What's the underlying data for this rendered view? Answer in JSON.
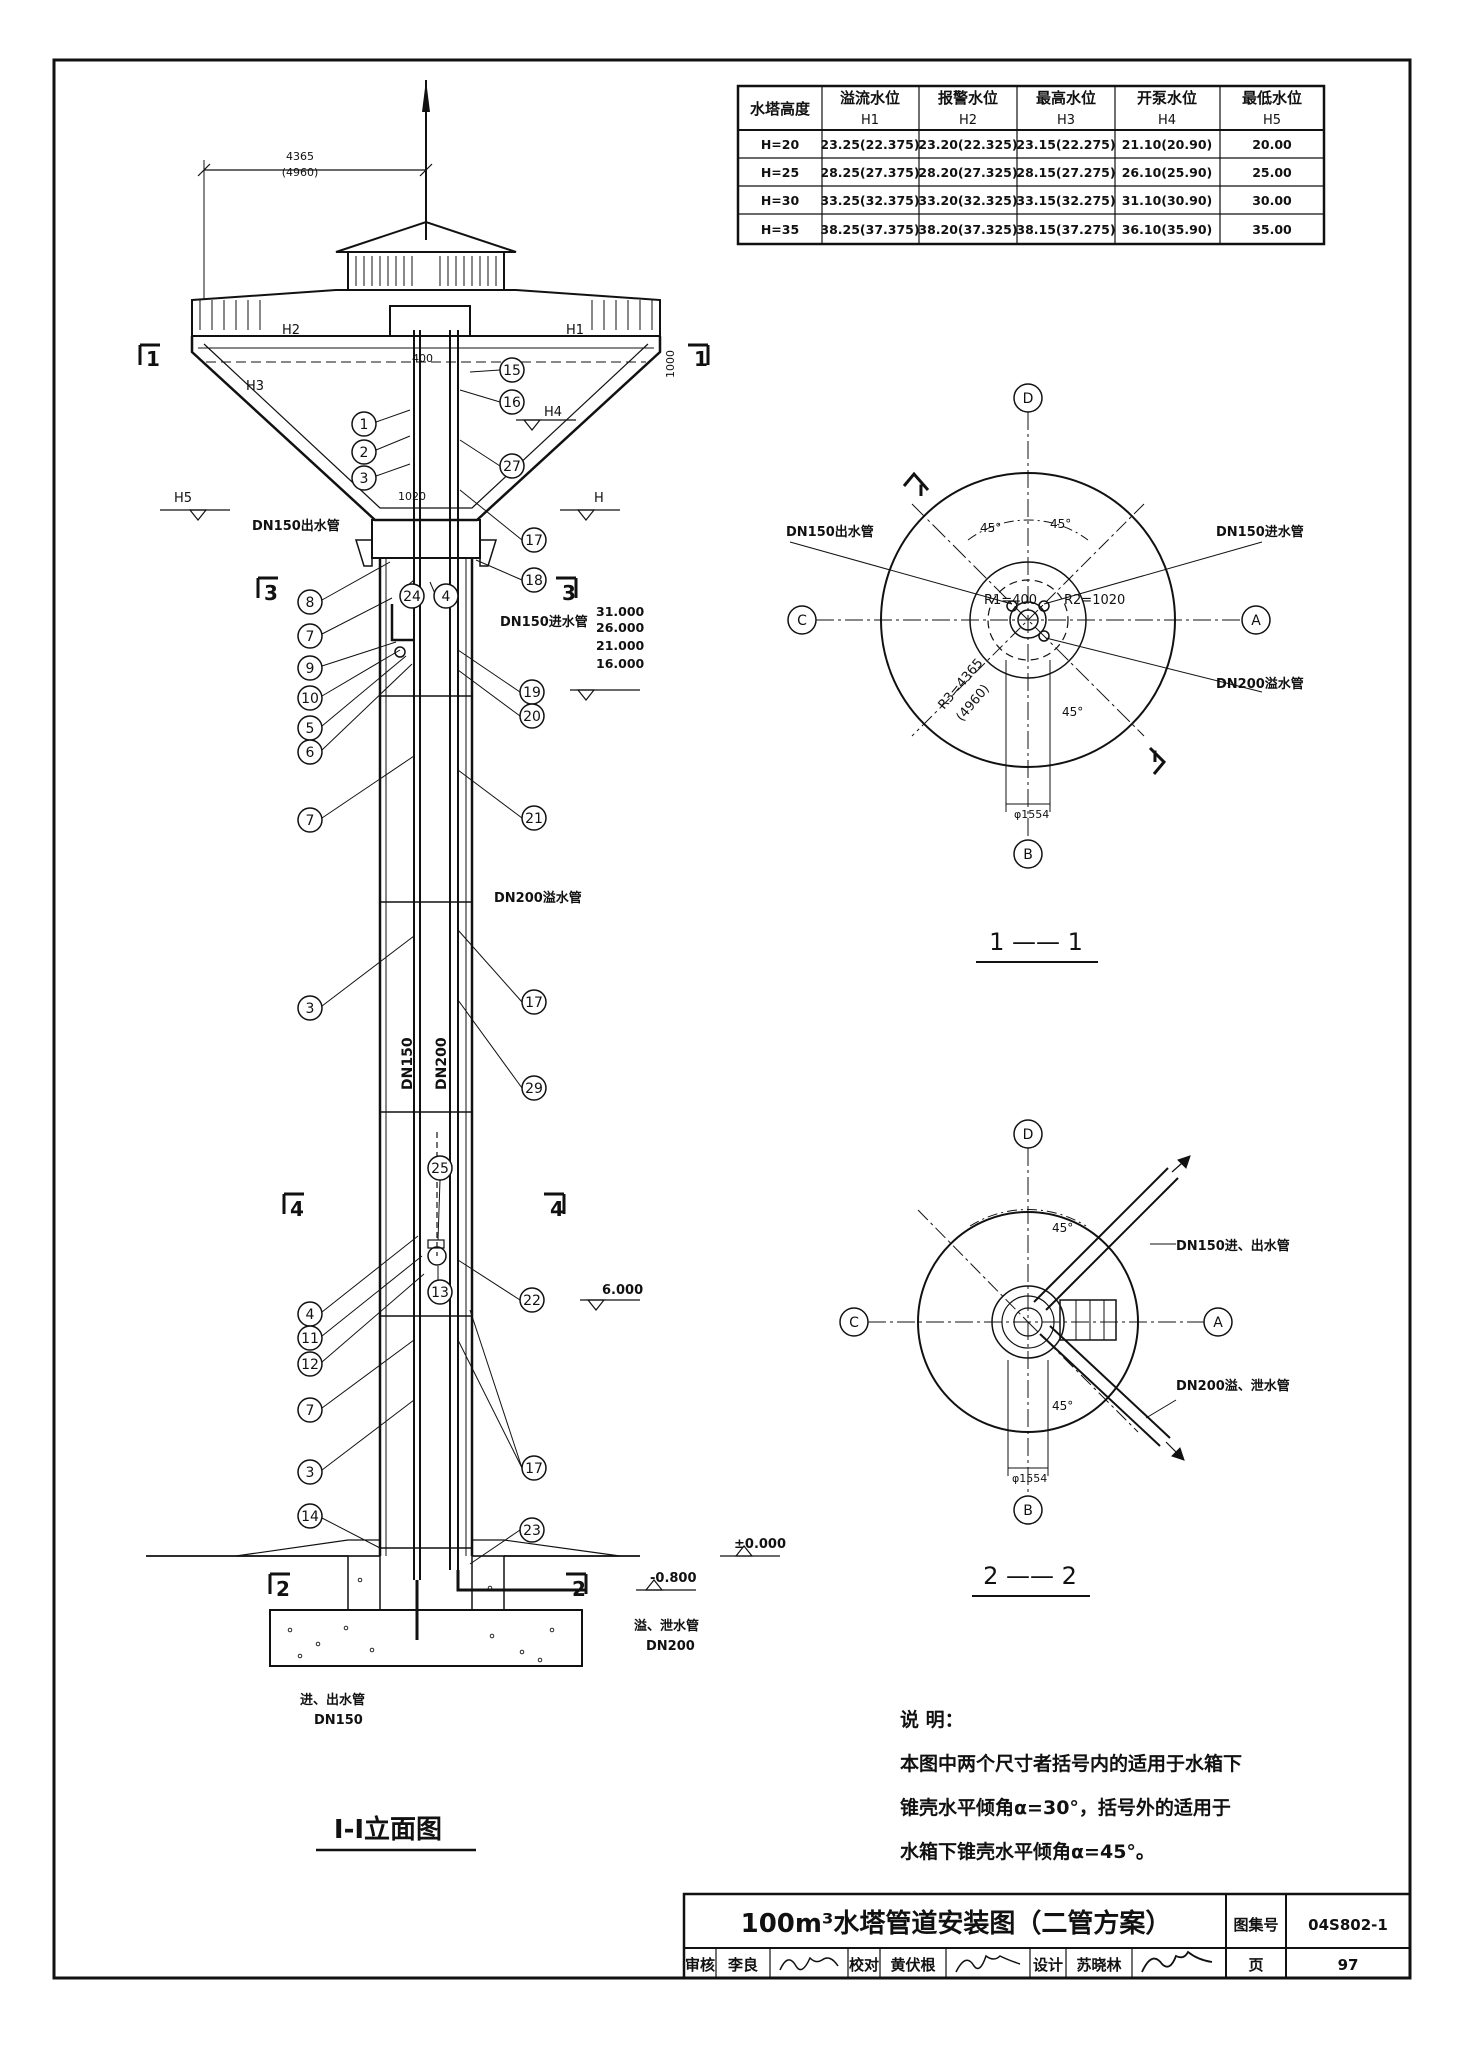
{
  "table": {
    "headers": [
      {
        "title": "水塔高度",
        "sub": ""
      },
      {
        "title": "溢流水位",
        "sub": "H1"
      },
      {
        "title": "报警水位",
        "sub": "H2"
      },
      {
        "title": "最高水位",
        "sub": "H3"
      },
      {
        "title": "开泵水位",
        "sub": "H4"
      },
      {
        "title": "最低水位",
        "sub": "H5"
      }
    ],
    "rows": [
      [
        "H=20",
        "23.25(22.375)",
        "23.20(22.325)",
        "23.15(22.275)",
        "21.10(20.90)",
        "20.00"
      ],
      [
        "H=25",
        "28.25(27.375)",
        "28.20(27.325)",
        "28.15(27.275)",
        "26.10(25.90)",
        "25.00"
      ],
      [
        "H=30",
        "33.25(32.375)",
        "33.20(32.325)",
        "33.15(32.275)",
        "31.10(30.90)",
        "30.00"
      ],
      [
        "H=35",
        "38.25(37.375)",
        "38.20(37.325)",
        "38.15(37.275)",
        "36.10(35.90)",
        "35.00"
      ]
    ]
  },
  "elevation": {
    "caption": "I-I立面图",
    "dim_top": "4365",
    "dim_top_alt": "(4960)",
    "dim_400": "400",
    "dim_1020": "1020",
    "dim_1000": "1000",
    "section_1": "1",
    "section_3": "3",
    "section_4": "4",
    "section_2": "2",
    "level_h1": "H1",
    "level_h2": "H2",
    "level_h3": "H3",
    "level_h4": "H4",
    "level_h5": "H5",
    "level_h": "H",
    "label_outlet_top": "DN150出水管",
    "label_inlet_top": "DN150进水管",
    "label_overflow": "DN200溢水管",
    "label_dn150": "DN150",
    "label_dn200": "DN200",
    "levels_list": [
      "31.000",
      "26.000",
      "21.000",
      "16.000"
    ],
    "level_6": "6.000",
    "level_0": "±0.000",
    "level_m08": "-0.800",
    "label_bottom_right_1": "溢、泄水管",
    "label_bottom_right_2": "DN200",
    "label_bottom_left_1": "进、出水管",
    "label_bottom_left_2": "DN150",
    "callouts_left": [
      "1",
      "2",
      "3",
      "8",
      "7",
      "9",
      "10",
      "5",
      "6",
      "7",
      "3",
      "4",
      "11",
      "12",
      "7",
      "3",
      "14"
    ],
    "callouts_right": [
      "15",
      "16",
      "27",
      "17",
      "18",
      "24",
      "4",
      "19",
      "20",
      "21",
      "17",
      "29",
      "25",
      "13",
      "22",
      "17",
      "23"
    ]
  },
  "section11": {
    "caption": "1 —— 1",
    "axis_a": "A",
    "axis_b": "B",
    "axis_c": "C",
    "axis_d": "D",
    "angle_1": "45°",
    "angle_2": "45°",
    "angle_3": "45°",
    "label_outlet": "DN150出水管",
    "label_inlet": "DN150进水管",
    "label_overflow": "DN200溢水管",
    "r1": "R1=400",
    "r2": "R2=1020",
    "r3": "R3=4365",
    "r3_alt": "(4960)",
    "phi": "φ1554",
    "cut": "I"
  },
  "section22": {
    "caption": "2 —— 2",
    "axis_a": "A",
    "axis_b": "B",
    "axis_c": "C",
    "axis_d": "D",
    "angle_1": "45°",
    "angle_2": "45°",
    "label_in_out": "DN150进、出水管",
    "label_overflow": "DN200溢、泄水管",
    "phi": "φ1554"
  },
  "notes": {
    "title": "说 明：",
    "line1": "本图中两个尺寸者括号内的适用于水箱下",
    "line2": "锥壳水平倾角α=30°，括号外的适用于",
    "line3": "水箱下锥壳水平倾角α=45°。"
  },
  "titleblock": {
    "title": "100m³水塔管道安装图（二管方案）",
    "atlas_label": "图集号",
    "atlas_no": "04S802-1",
    "review_label": "审核",
    "review_name": "李良",
    "check_label": "校对",
    "check_name": "黄伏根",
    "design_label": "设计",
    "design_name": "苏晓林",
    "page_label": "页",
    "page_no": "97"
  }
}
